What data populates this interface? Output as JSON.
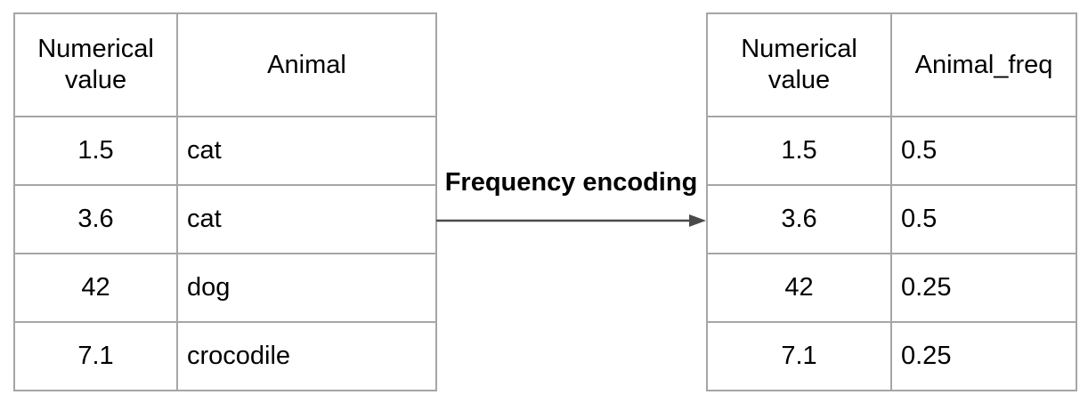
{
  "colors": {
    "table_border": "#a6a6a6",
    "arrow": "#4a4a4a",
    "text": "#000000",
    "background": "#ffffff"
  },
  "transform": {
    "label": "Frequency encoding"
  },
  "original_table": {
    "columns": [
      "Numerical value",
      "Animal"
    ],
    "rows": [
      [
        "1.5",
        "cat"
      ],
      [
        "3.6",
        "cat"
      ],
      [
        "42",
        "dog"
      ],
      [
        "7.1",
        "crocodile"
      ]
    ]
  },
  "encoded_table": {
    "columns": [
      "Numerical value",
      "Animal_freq"
    ],
    "rows": [
      [
        "1.5",
        "0.5"
      ],
      [
        "3.6",
        "0.5"
      ],
      [
        "42",
        "0.25"
      ],
      [
        "7.1",
        "0.25"
      ]
    ]
  }
}
